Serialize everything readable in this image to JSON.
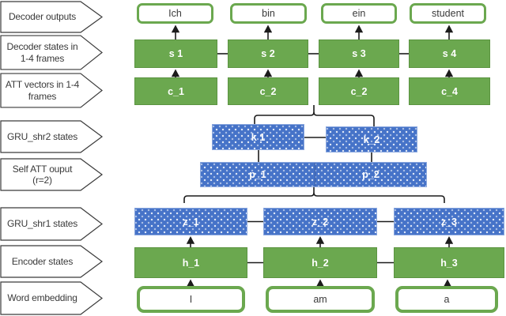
{
  "palette": {
    "green": "#6ba84f",
    "green_border": "#5b9441",
    "blue": "#4673c8",
    "blue_border": "#8aa7de",
    "line": "#1c1c1c",
    "label_text": "#3a3a3a"
  },
  "left_labels": [
    {
      "label": "Decoder outputs"
    },
    {
      "label": "Decoder states in 1-4 frames"
    },
    {
      "label": "ATT vectors in 1-4 frames"
    },
    {
      "label": "GRU_shr2 states"
    },
    {
      "label": "Self ATT ouput (r=2)"
    },
    {
      "label": "GRU_shr1 states"
    },
    {
      "label": "Encoder states"
    },
    {
      "label": "Word embedding"
    }
  ],
  "nodes": {
    "decoder_outputs": [
      "Ich",
      "bin",
      "ein",
      "student"
    ],
    "decoder_states": [
      "s 1",
      "s 2",
      "s 3",
      "s 4"
    ],
    "att_vectors": [
      "c_1",
      "c_2",
      "c_2",
      "c_4"
    ],
    "gru_shr2_states": [
      "k 1",
      "k_2"
    ],
    "self_att_output": [
      "p_1",
      "p_2"
    ],
    "gru_shr1_states": [
      "z_1",
      "z_2",
      "z_3"
    ],
    "encoder_states": [
      "h_1",
      "h_2",
      "h_3"
    ],
    "word_embedding": [
      "I",
      "am",
      "a"
    ]
  }
}
